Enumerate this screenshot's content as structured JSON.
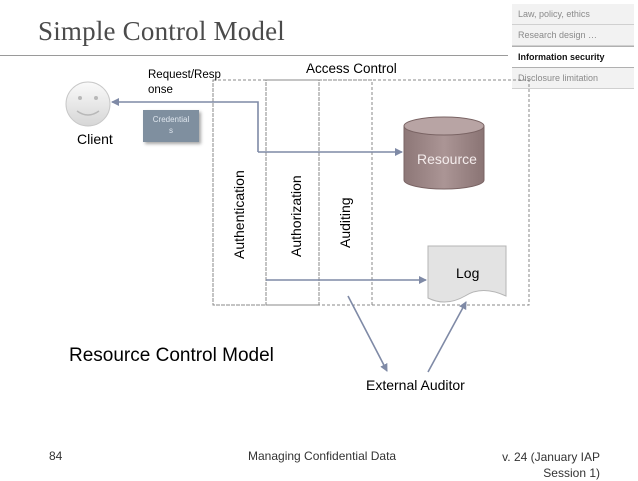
{
  "slide": {
    "title": "Simple Control Model"
  },
  "nav": {
    "items": [
      {
        "label": "Law, policy, ethics",
        "active": false
      },
      {
        "label": "Research design …",
        "active": false
      },
      {
        "label": "Information security",
        "active": true
      },
      {
        "label": "Disclosure limitation",
        "active": false
      }
    ]
  },
  "diagram": {
    "request_response_line1": "Request/Resp",
    "request_response_line2": "onse",
    "client": "Client",
    "credentials_line1": "Credential",
    "credentials_line2": "s",
    "access_control": "Access Control",
    "authentication": "Authentication",
    "authorization": "Authorization",
    "auditing": "Auditing",
    "resource": "Resource",
    "log": "Log",
    "resource_control_model": "Resource Control Model",
    "external_auditor": "External Auditor"
  },
  "colors": {
    "resource_fill": "#a08a8a",
    "log_fill": "#e3e3e3",
    "arrow": "#7f8aa6",
    "credentials_fill": "#7f8f9f"
  },
  "footer": {
    "page_number": "84",
    "center": "Managing Confidential Data",
    "right_line1": "v. 24 (January IAP",
    "right_line2": "Session 1)"
  }
}
